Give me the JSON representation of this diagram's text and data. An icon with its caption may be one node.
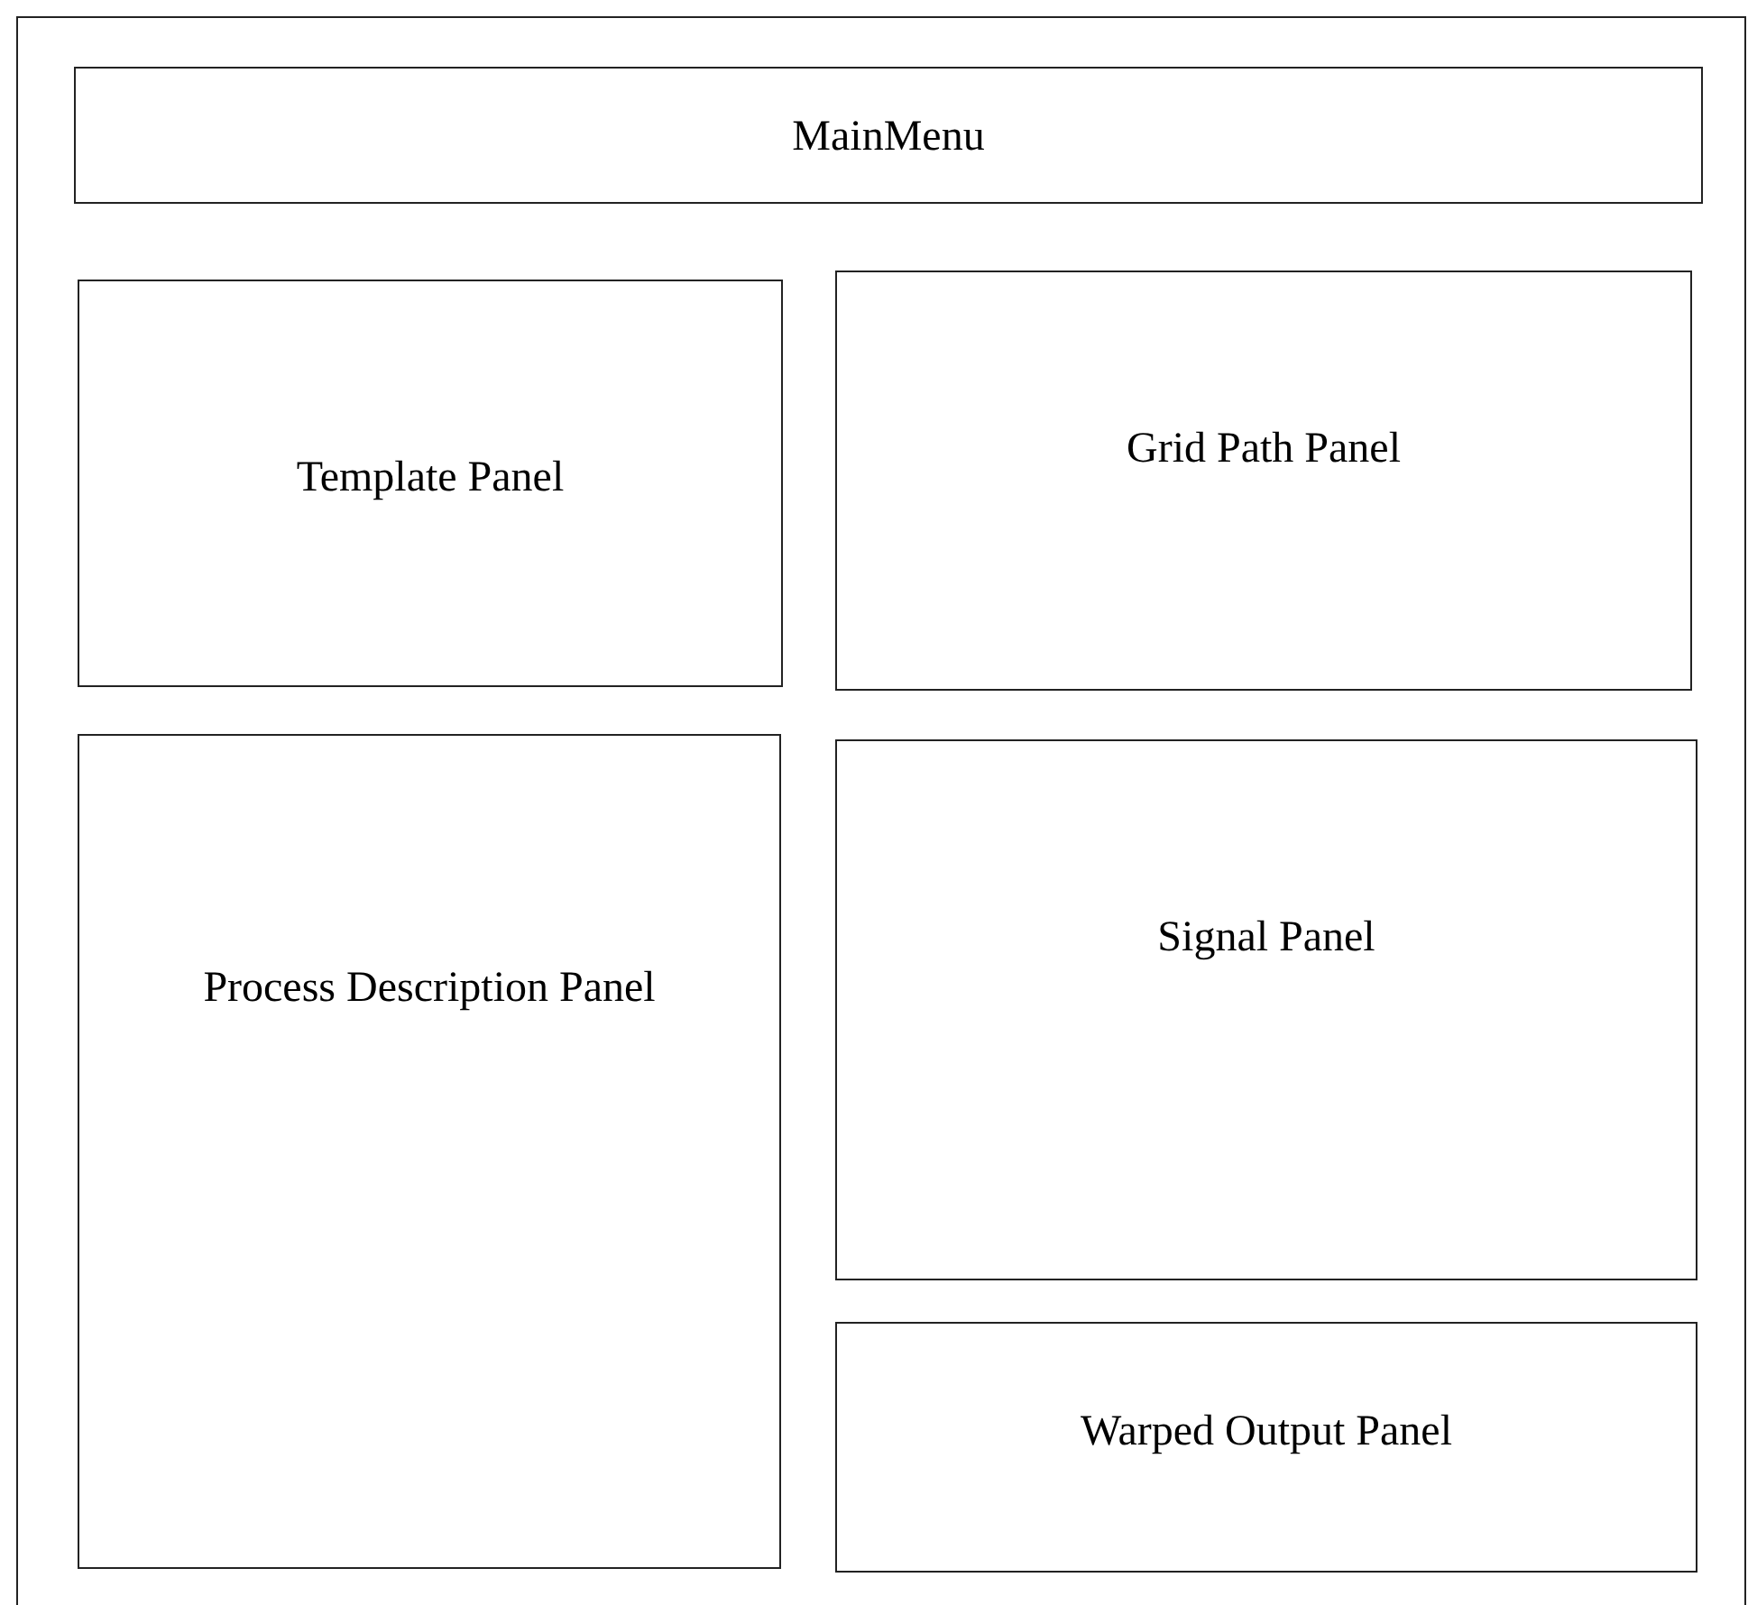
{
  "diagram": {
    "nodes": [
      {
        "text": [],
        "shape": "box"
      },
      {
        "text": [
          "MainMenu"
        ],
        "in": 0
      },
      {
        "text": [
          "Template Panel"
        ],
        "in": 0
      },
      {
        "text": [
          "Grid Path Panel"
        ],
        "in": 0
      },
      {
        "text": [
          "Process Description Panel"
        ],
        "in": 0
      },
      {
        "text": [
          "Signal Panel"
        ],
        "in": 0
      },
      {
        "text": [
          "Warped Output Panel"
        ],
        "in": 0
      }
    ]
  }
}
